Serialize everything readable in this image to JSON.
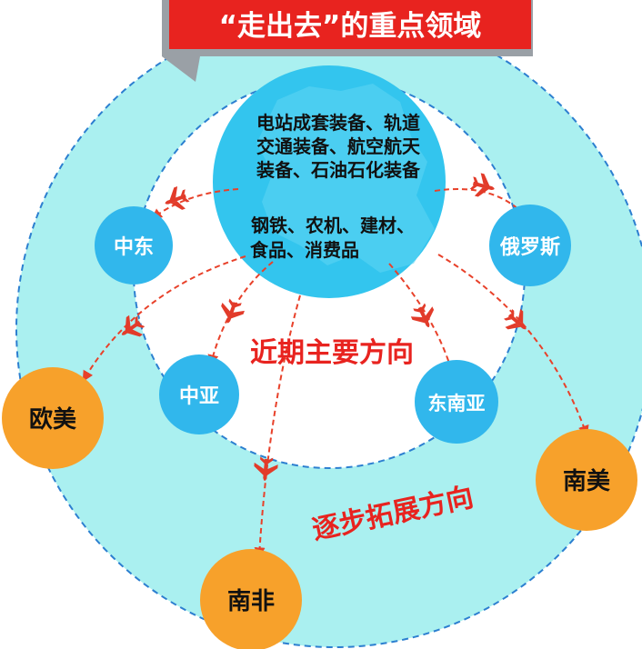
{
  "title": "“走出去”的重点领域",
  "center_text": {
    "equipment_lines": [
      "电站成套装备、轨道",
      "交通装备、航空航天",
      "装备、石油石化装备"
    ],
    "consumer_lines": [
      "钢铁、农机、建材、",
      "食品、消费品"
    ]
  },
  "labels": {
    "near_term": "近期主要方向",
    "expansion": "逐步拓展方向"
  },
  "regions": {
    "middle_east": "中东",
    "russia": "俄罗斯",
    "central_asia": "中亚",
    "southeast_asia": "东南亚",
    "europe_america": "欧美",
    "south_america": "南美",
    "south_africa": "南非"
  },
  "colors": {
    "title_bg": "#e8231f",
    "outer_ring": "#aaf0f0",
    "center_circle": "#33c5ee",
    "inner_node": "#31b7ec",
    "outer_node": "#f7a12b",
    "arrow": "#e8412a",
    "plane": "#e23b2a",
    "label_red": "#e8231f"
  },
  "icons": [
    "airplane-icon"
  ]
}
